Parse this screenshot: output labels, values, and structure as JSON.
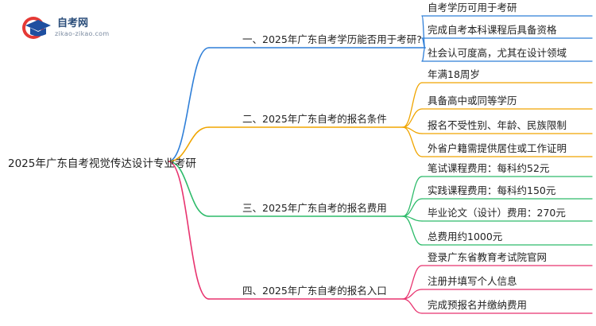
{
  "logo": {
    "brand": "自考网",
    "site": "zikao-zikao.com"
  },
  "root": "2025年广东自考视觉传达设计专业考研",
  "branches": [
    {
      "label": "一、2025年广东自考学历能否用于考研?",
      "color": "#2f7fd8",
      "children": [
        "自考学历可用于考研",
        "完成自考本科课程后具备资格",
        "社会认可度高，尤其在设计领域"
      ]
    },
    {
      "label": "二、2025年广东自考的报名条件",
      "color": "#f0a500",
      "children": [
        "年满18周岁",
        "具备高中或同等学历",
        "报名不受性别、年龄、民族限制",
        "外省户籍需提供居住或工作证明"
      ]
    },
    {
      "label": "三、2025年广东自考的报名费用",
      "color": "#2dbb6a",
      "children": [
        "笔试课程费用：每科约52元",
        "实践课程费用：每科约150元",
        "毕业论文（设计）费用：270元",
        "总费用约1000元"
      ]
    },
    {
      "label": "四、2025年广东自考的报名入口",
      "color": "#e8336f",
      "children": [
        "登录广东省教育考试院官网",
        "注册并填写个人信息",
        "完成预报名并缴纳费用"
      ]
    }
  ]
}
